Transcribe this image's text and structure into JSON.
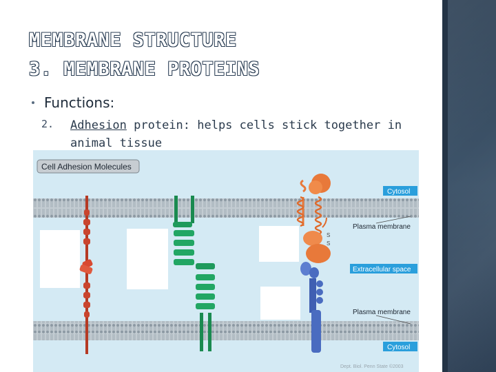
{
  "title": {
    "line1": "MEMBRANE STRUCTURE",
    "line2": "3. MEMBRANE PROTEINS"
  },
  "bullet": {
    "label": "Functions:"
  },
  "item": {
    "number": "2.",
    "term": "Adhesion",
    "text": " protein: helps cells stick together in animal tissue"
  },
  "figure": {
    "heading": "Cell Adhesion Molecules",
    "labels": {
      "cytosol_top": "Cytosol",
      "plasma_membrane_top": "Plasma membrane",
      "extracellular_space": "Extracellular space",
      "plasma_membrane_bottom": "Plasma membrane",
      "cytosol_bottom": "Cytosol",
      "disulfide_s1": "S",
      "disulfide_s2": "S",
      "credit": "Dept. Biol. Penn State ©2003"
    },
    "colors": {
      "background": "#d4eaf4",
      "membrane": "#a7b2ba",
      "label_box": "#2a9fdc",
      "protein_red": "#c9452e",
      "protein_green": "#1f9a5c",
      "protein_orange": "#e8793a",
      "protein_blue": "#4a6cc0"
    }
  },
  "colors": {
    "sidebar": "#3e546a",
    "title_outline": "#2c3f55"
  }
}
